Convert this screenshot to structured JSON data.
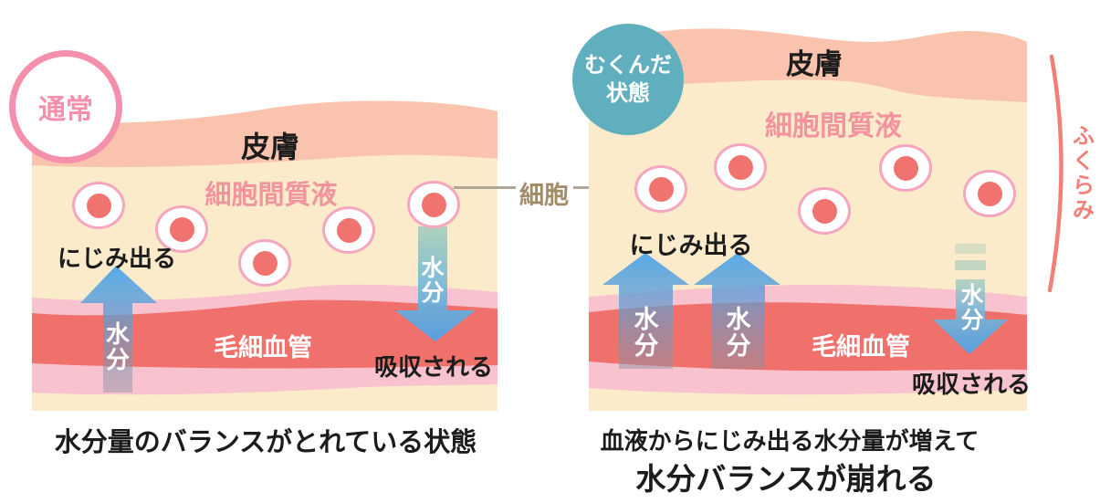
{
  "left_panel": {
    "badge": "通常",
    "skin_label": "皮膚",
    "interstitial_label": "細胞間質液",
    "seep_label": "にじみ出る",
    "water_up_label": "水分",
    "vessel_label": "毛細血管",
    "water_down_label": "水分",
    "absorb_label": "吸収される",
    "caption": "水分量のバランスがとれている状態",
    "cell_count": 5
  },
  "center": {
    "cell_label": "細胞"
  },
  "right_panel": {
    "badge_line1": "むくんだ",
    "badge_line2": "状態",
    "skin_label": "皮膚",
    "interstitial_label": "細胞間質液",
    "seep_label": "にじみ出る",
    "water_up1_label": "水分",
    "water_up2_label": "水分",
    "vessel_label": "毛細血管",
    "water_down_label": "水分",
    "absorb_label": "吸収される",
    "bulge_label": "ふくらみ",
    "caption_line1": "血液からにじみ出る水分量が増えて",
    "caption_line2": "水分バランスが崩れる",
    "cell_count": 5
  },
  "colors": {
    "cream": "#FBEBCA",
    "skin_band": "#F9C3AD",
    "pink_band": "#F8C2CF",
    "vessel_red": "#F0706C",
    "cell_border": "#F5A6BE",
    "cell_nucleus": "#F0736F",
    "interstitial_text": "#F2939E",
    "normal_badge_pink": "#F48FAC",
    "swollen_badge_teal": "#60AFBE",
    "arrow_blue": "#54A9EA",
    "arrow_teal": "#A8D0BA",
    "cell_label_tan": "#A28C68",
    "bulge_coral": "#F08078",
    "ink": "#1C1C1C"
  }
}
